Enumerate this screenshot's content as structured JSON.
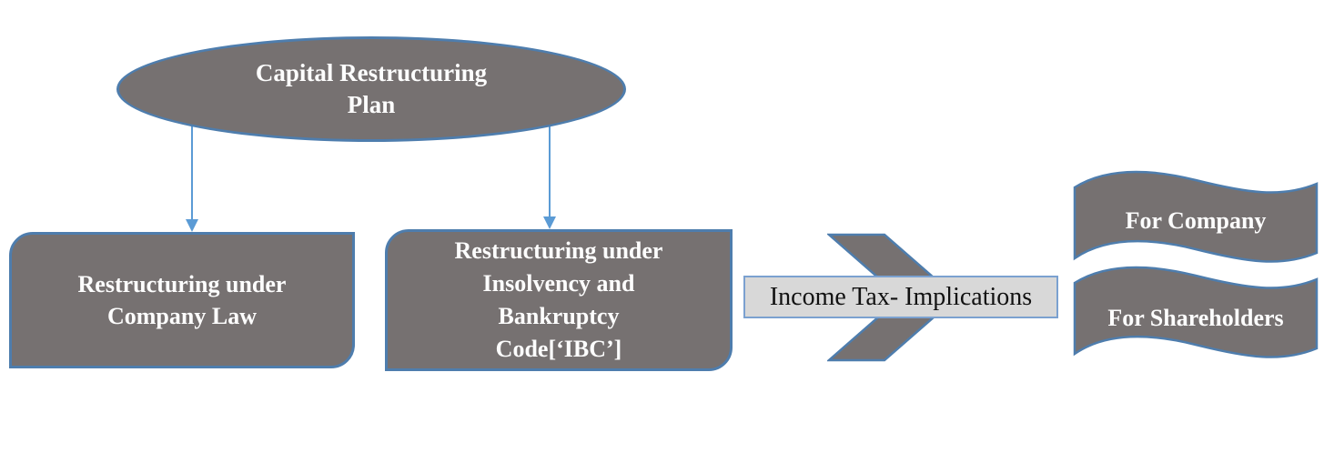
{
  "diagram": {
    "title": "Capital Restructuring Plan",
    "ellipse": {
      "lines": [
        "Capital Restructuring",
        "Plan"
      ]
    },
    "boxes": [
      {
        "id": "company-law",
        "label": "Restructuring under Company Law",
        "lines": [
          "Restructuring under",
          "Company Law"
        ]
      },
      {
        "id": "ibc",
        "label": "Restructuring under Insolvency and Bankruptcy Code[‘IBC’]",
        "lines": [
          "Restructuring under",
          "Insolvency and",
          "Bankruptcy",
          "Code[‘IBC’]"
        ]
      }
    ],
    "tax_box": {
      "label": "Income Tax- Implications"
    },
    "flags": [
      {
        "label": "For Company"
      },
      {
        "label": "For Shareholders"
      }
    ],
    "icons": [
      {
        "name": "down-arrow-connector-left"
      },
      {
        "name": "down-arrow-connector-right"
      },
      {
        "name": "chevron-right-arrow"
      }
    ]
  },
  "colors": {
    "shape_fill": "#767171",
    "shape_border": "#4e7dad",
    "arrow_blue": "#5b9bd5",
    "tax_box_fill": "#d8d8d8",
    "tax_box_border": "#7ba1d0",
    "shape_text": "#fdfdfd",
    "tax_text": "#111111",
    "background": "#ffffff"
  }
}
